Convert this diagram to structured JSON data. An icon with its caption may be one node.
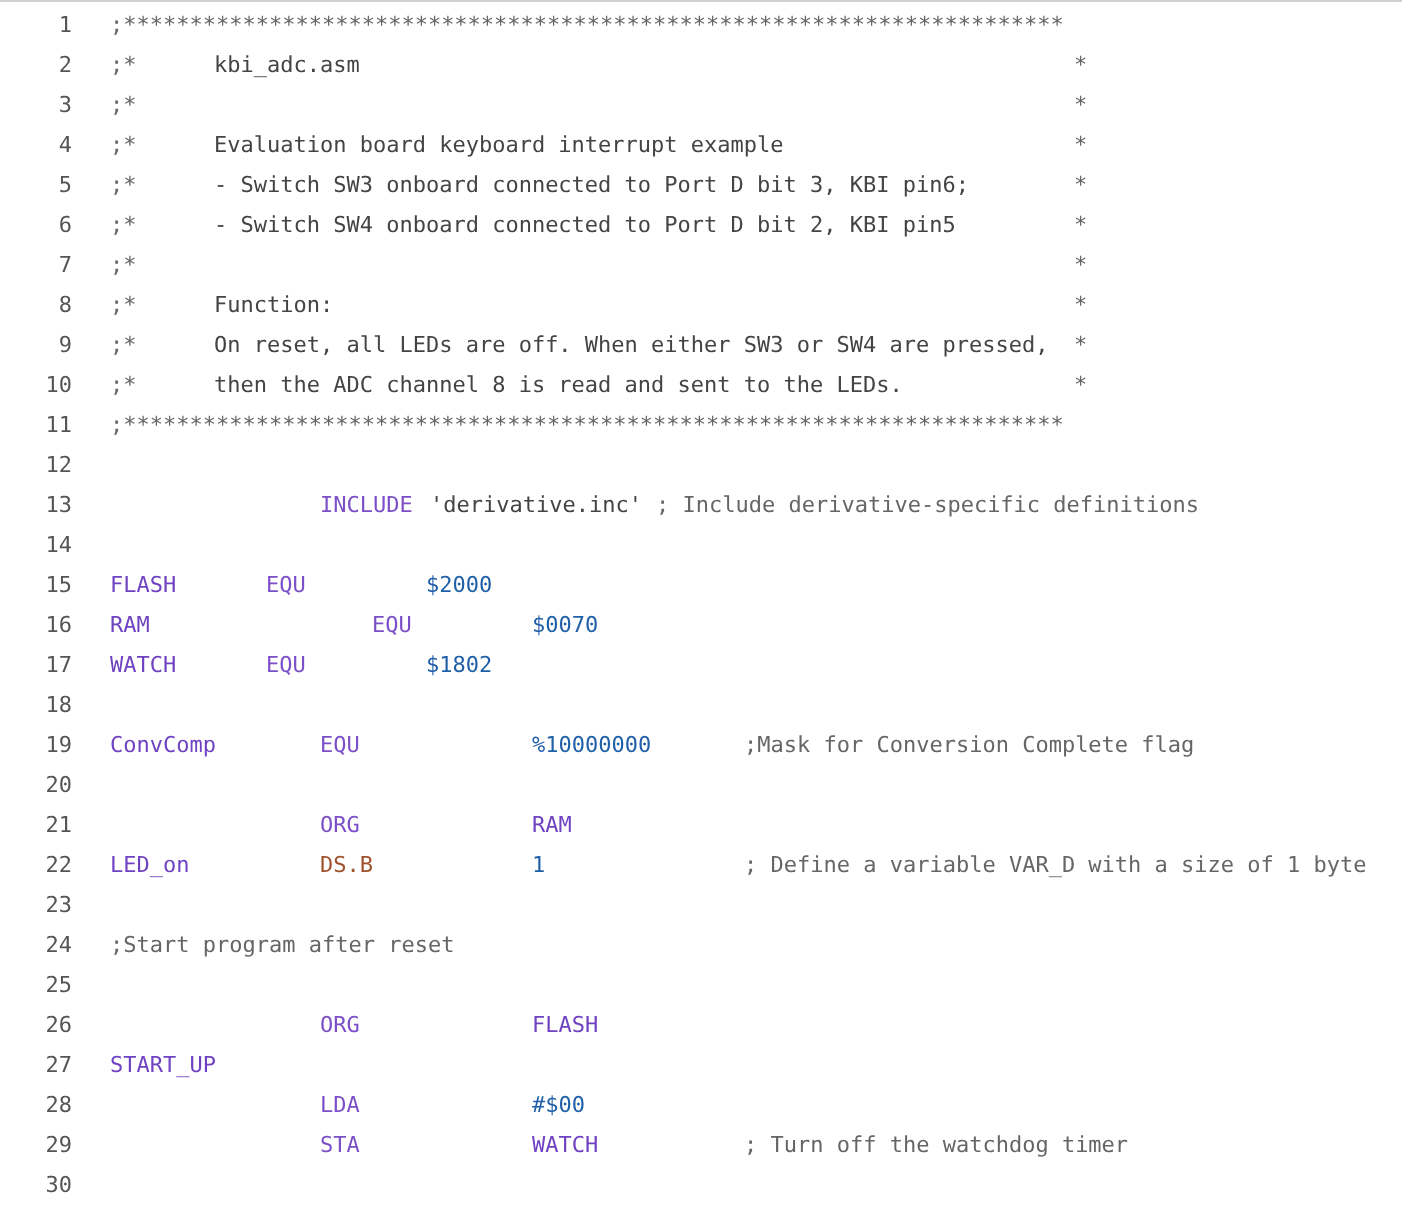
{
  "diagram": {
    "labels": [
      "1",
      ";***********************************************************************",
      "2",
      ";*",
      "kbi_adc.asm",
      "*",
      "3",
      ";*",
      "*",
      "4",
      ";*",
      "Evaluation board keyboard interrupt example",
      "*",
      "5",
      ";*",
      "- Switch SW3 onboard connected to Port D bit 3, KBI pin6;",
      "*",
      "6",
      ";*",
      "- Switch SW4 onboard connected to Port D bit 2, KBI pin5",
      "*",
      "7",
      ";*",
      "*",
      "8",
      ";*",
      "Function:",
      "*",
      "9",
      ";*",
      "On reset, all LEDs are off. When either SW3 or SW4 are pressed,",
      "*",
      "10",
      ";*",
      "then the ADC channel 8 is read and sent to the LEDs.",
      "*",
      "11",
      ";***********************************************************************",
      "12",
      "13",
      "INCLUDE",
      "'derivative.inc'",
      "; Include derivative-specific definitions",
      "14",
      "15",
      "FLASH",
      "EQU",
      "$2000",
      "16",
      "RAM",
      "EQU",
      "$0070",
      "17",
      "WATCH",
      "EQU",
      "$1802",
      "18",
      "19",
      "ConvComp",
      "EQU",
      "%10000000",
      ";Mask for Conversion Complete flag",
      "20",
      "21",
      "ORG",
      "RAM",
      "22",
      "LED_on",
      "DS.B",
      "1",
      "; Define a variable VAR_D with a size of 1 byte",
      "23",
      "24",
      ";Start program after reset",
      "25",
      "26",
      "ORG",
      "FLASH",
      "27",
      "START_UP",
      "28",
      "LDA",
      "#$00",
      "29",
      "STA",
      "WATCH",
      "; Turn off the watchdog timer",
      "30"
    ]
  }
}
